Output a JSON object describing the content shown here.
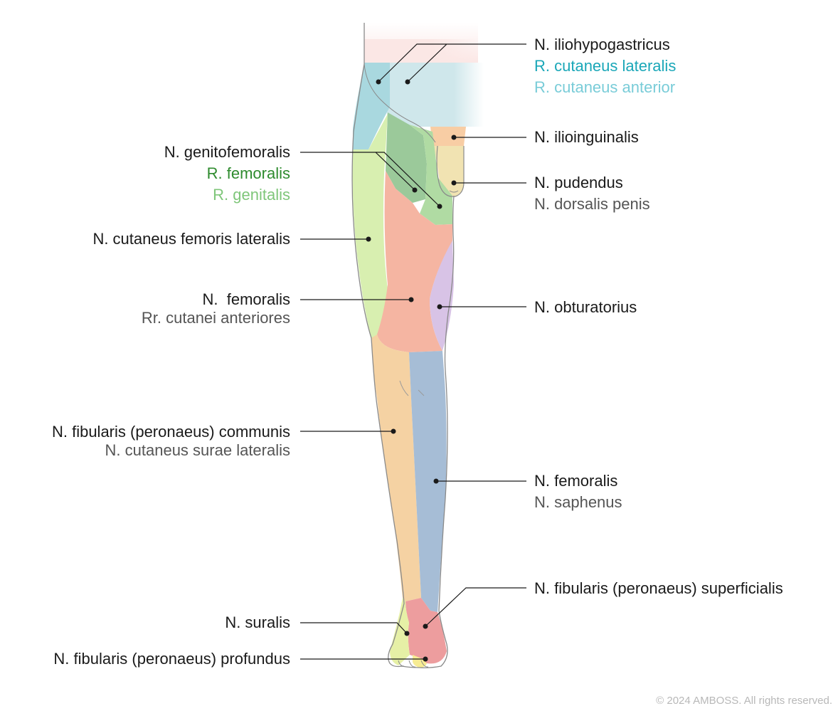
{
  "colors": {
    "iliohypogastricus_lateralis": "#a9d8df",
    "iliohypogastricus_anterior": "#cfe7eb",
    "ilioinguinalis": "#f8cda4",
    "pudendus": "#f1e3b2",
    "genitofemoralis_femoralis": "#9bc99a",
    "genitofemoralis_genitalis": "#b0dba3",
    "cutaneus_femoris_lateralis": "#d8efb0",
    "femoralis_anterior": "#f5b5a2",
    "obturatorius": "#d8c3e6",
    "fibularis_communis": "#f5d2a3",
    "saphenus": "#a6bdd6",
    "fibularis_superficialis": "#ed9d9e",
    "suralis": "#e6f0a6",
    "fibularis_profundus": "#f7ec93",
    "label_teal": "#1aa7b8",
    "label_light_teal": "#79ccd8",
    "label_dark_green": "#2e8b2e",
    "label_light_green": "#7fc67a"
  },
  "labels": {
    "iliohypogastricus": "N. iliohypogastricus",
    "r_cutaneus_lateralis": "R. cutaneus lateralis",
    "r_cutaneus_anterior": "R. cutaneus anterior",
    "ilioinguinalis": "N. ilioinguinalis",
    "pudendus": "N. pudendus",
    "dorsalis_penis": "N. dorsalis penis",
    "genitofemoralis": "N. genitofemoralis",
    "r_femoralis": "R. femoralis",
    "r_genitalis": "R. genitalis",
    "cutaneus_femoris_lateralis": "N. cutaneus femoris lateralis",
    "femoralis": "N.  femoralis",
    "rr_cutanei_anteriores": "Rr. cutanei anteriores",
    "obturatorius": "N. obturatorius",
    "fibularis_communis": "N. fibularis (peronaeus) communis",
    "cutaneus_surae_lateralis": "N. cutaneus surae lateralis",
    "femoralis_2": "N. femoralis",
    "saphenus": "N. saphenus",
    "fibularis_superficialis": "N. fibularis (peronaeus) superficialis",
    "suralis": "N. suralis",
    "fibularis_profundus": "N. fibularis (peronaeus) profundus"
  },
  "copyright": "© 2024 AMBOSS. All rights reserved."
}
